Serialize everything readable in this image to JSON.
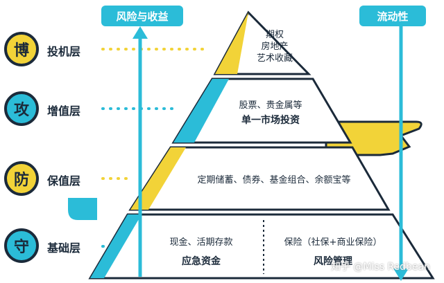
{
  "tags": {
    "risk_return": "风险与收益",
    "liquidity": "流动性"
  },
  "levels": [
    {
      "char": "博",
      "label": "投机层",
      "color": "#f2d338"
    },
    {
      "char": "攻",
      "label": "增值层",
      "color": "#2bbcd8"
    },
    {
      "char": "防",
      "label": "保值层",
      "color": "#f2d338"
    },
    {
      "char": "守",
      "label": "基础层",
      "color": "#2bbcd8"
    }
  ],
  "tiers": {
    "top": [
      "期权",
      "房地产",
      "艺术收藏"
    ],
    "second": {
      "items": "股票、贵金属等",
      "title": "单一市场投资"
    },
    "third": {
      "items": "定期储蓄、债券、基金组合、余额宝等"
    },
    "base_left": {
      "items": "现金、活期存款",
      "title": "应急资金"
    },
    "base_right": {
      "items": "保险（社保+商业保险）",
      "title": "风险管理"
    }
  },
  "watermark": "知乎 @Miss Redbean",
  "colors": {
    "yellow": "#f2d338",
    "blue": "#2bbcd8",
    "dark": "#1b2a3a"
  }
}
